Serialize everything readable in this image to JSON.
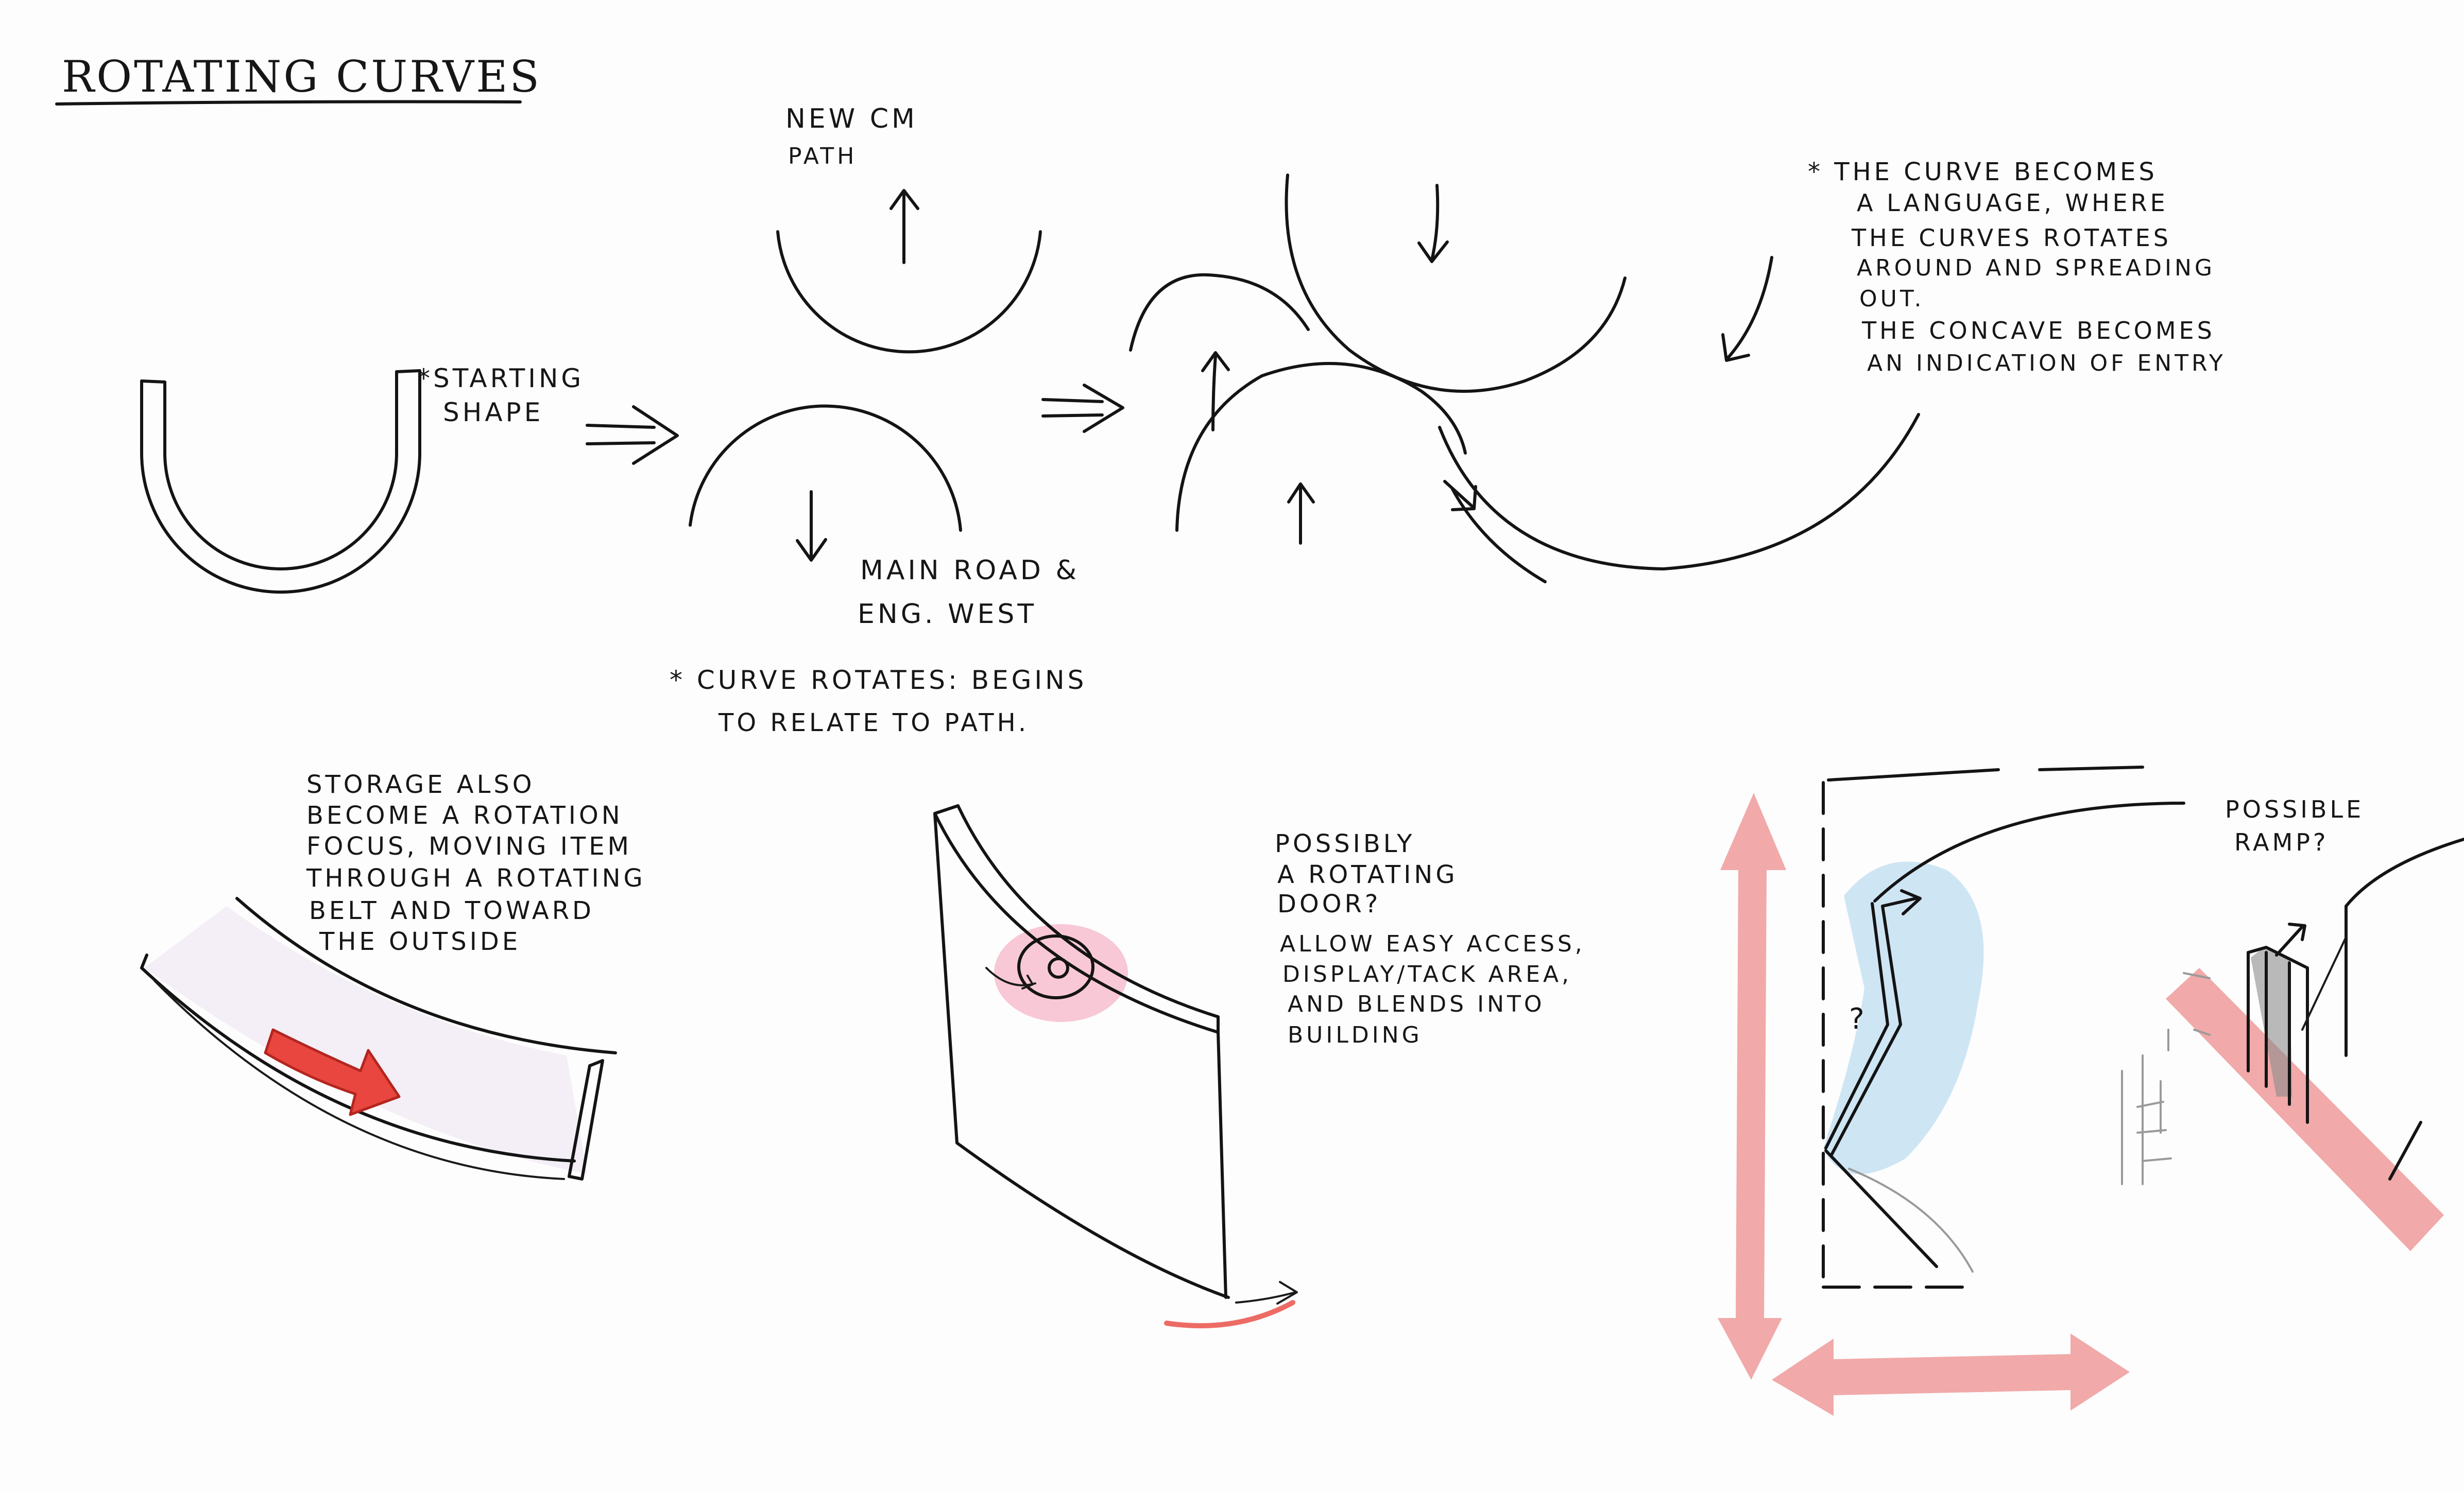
{
  "title": "ROTATING CURVES",
  "notes": {
    "starting_shape": [
      "*STARTING",
      "SHAPE"
    ],
    "new_cm_path": [
      "NEW CM",
      "PATH"
    ],
    "main_road": [
      "MAIN ROAD &",
      "ENG. WEST"
    ],
    "curve_rotates": [
      "* CURVE ROTATES: BEGINS",
      "TO RELATE TO PATH."
    ],
    "curve_language": [
      "* THE CURVE BECOMES",
      "A LANGUAGE, WHERE",
      "THE CURVES ROTATES",
      "AROUND AND SPREADING",
      "OUT.",
      "THE CONCAVE BECOMES",
      "AN INDICATION OF ENTRY"
    ],
    "storage": [
      "STORAGE ALSO",
      "BECOME A ROTATION",
      "FOCUS, MOVING ITEM",
      "THROUGH A ROTATING",
      "BELT AND TOWARD",
      "THE OUTSIDE"
    ],
    "rotating_door": [
      "POSSIBLY",
      "A ROTATING",
      "DOOR?"
    ],
    "allow_access": [
      "ALLOW EASY ACCESS,",
      "DISPLAY/TACK AREA,",
      "AND BLENDS INTO",
      "BUILDING"
    ],
    "possible_ramp": [
      "POSSIBLE",
      "RAMP?"
    ],
    "question_mark": "?"
  },
  "colors": {
    "ink": "#141414",
    "red_marker": "#e8463f",
    "pink_marker": "#f2a0a0",
    "blue_marker": "#b9daf0",
    "pencil": "#9a9a9a"
  }
}
